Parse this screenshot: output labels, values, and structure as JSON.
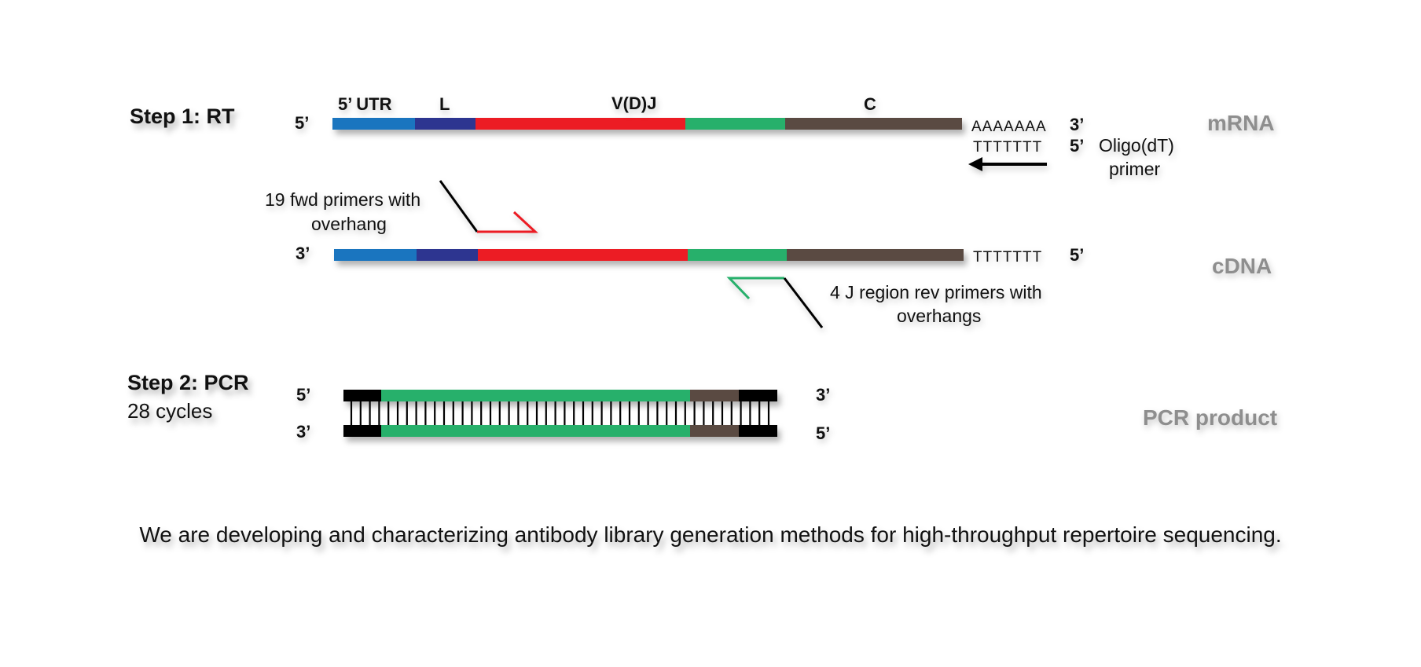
{
  "colors": {
    "utr": "#1a75bf",
    "leader": "#2d3590",
    "vdj": "#ec1c24",
    "j": "#27b06b",
    "c": "#5a4a42",
    "adapter": "#000000",
    "label_grey": "#8e8e8e"
  },
  "step1": {
    "title": "Step 1: RT",
    "mrna": {
      "end5": "5’",
      "end3": "3’",
      "segments": {
        "utr": "5’ UTR",
        "leader": "L",
        "vdj": "V(D)J",
        "c": "C"
      },
      "polyA": "AAAAAAA",
      "side_label": "mRNA"
    },
    "oligo": {
      "polyT": "TTTTTTT",
      "end5": "5’",
      "label_line1": "Oligo(dT)",
      "label_line2": "primer"
    },
    "fwd_primers": {
      "line1": "19 fwd primers with",
      "line2": "overhang"
    },
    "cdna": {
      "end3": "3’",
      "end5": "5’",
      "polyT": "TTTTTTT",
      "side_label": "cDNA"
    },
    "rev_primers": {
      "line1": "4 J region rev primers with",
      "line2": "overhangs"
    }
  },
  "step2": {
    "title": "Step 2: PCR",
    "subtitle": "28 cycles",
    "top_end5": "5’",
    "top_end3": "3’",
    "bottom_end3": "3’",
    "bottom_end5": "5’",
    "side_label": "PCR product"
  },
  "caption": "We are developing and characterizing antibody library generation methods for high-throughput repertoire sequencing."
}
